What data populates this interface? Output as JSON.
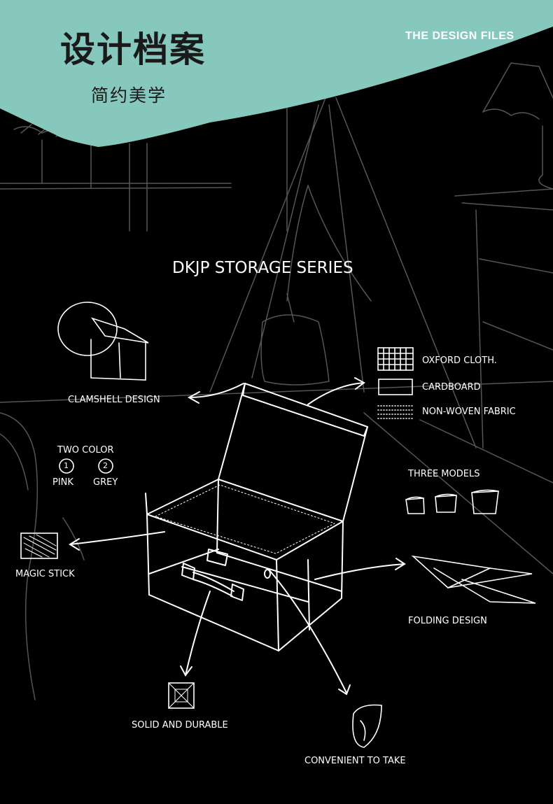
{
  "header": {
    "title": "设计档案",
    "subtitle": "简约美学",
    "english_title": "THE DESIGN FILES"
  },
  "colors": {
    "banner": "#86c8bd",
    "background": "#000000",
    "sketch": "#ffffff",
    "dim_sketch": "#5a5a5a"
  },
  "sketch": {
    "series_title": "DKJP STORAGE SERIES",
    "clamshell": "CLAMSHELL DESIGN",
    "materials": [
      "OXFORD CLOTH.",
      "CARDBOARD",
      "NON-WOVEN FABRIC"
    ],
    "two_color": "TWO COLOR",
    "color_numbers": [
      "1",
      "2"
    ],
    "colors": [
      "PINK",
      "GREY"
    ],
    "three_models": "THREE MODELS",
    "magic_stick": "MAGIC STICK",
    "folding": "FOLDING DESIGN",
    "solid": "SOLID AND DURABLE",
    "convenient": "CONVENIENT TO TAKE"
  }
}
